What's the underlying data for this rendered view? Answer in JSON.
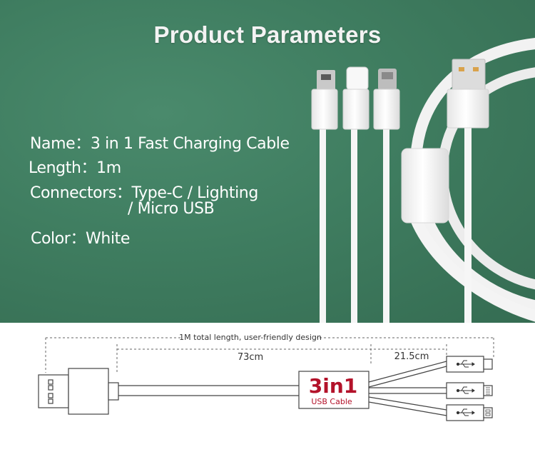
{
  "title": "Product Parameters",
  "specs": {
    "name": {
      "label": "Name：",
      "value": "3 in 1 Fast Charging Cable"
    },
    "length": {
      "label": "Length：",
      "value": "1m"
    },
    "connectors": {
      "label": "Connectors：",
      "value": "Type-C / Lighting",
      "value_line2": "/ Micro USB"
    },
    "color": {
      "label": "Color：",
      "value": "White"
    }
  },
  "diagram": {
    "total_label": "1M total length, user-friendly design",
    "main_length": "73cm",
    "branch_length": "21.5cm",
    "badge_big": "3in1",
    "badge_small": "USB Cable"
  },
  "colors": {
    "background_green": "#3f7d60",
    "badge_red": "#b3122a",
    "cable_white": "#ffffff"
  },
  "icons": [
    "usb-trident-icon",
    "usb-a-plug-icon",
    "type-c-plug-icon",
    "lightning-plug-icon",
    "micro-usb-plug-icon"
  ]
}
